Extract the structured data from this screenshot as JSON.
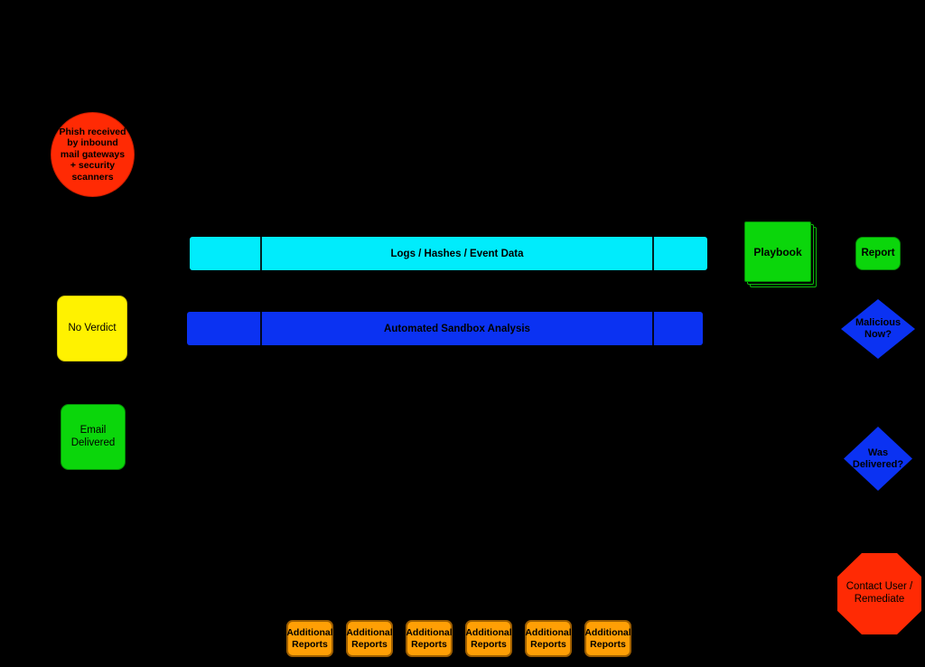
{
  "colors": {
    "background": "#000000",
    "red": "#ff2a04",
    "yellow": "#fff200",
    "green": "#0bd60b",
    "cyan": "#00ecfc",
    "blue": "#0b32f2",
    "orange": "#ff9f05",
    "text": "#000000"
  },
  "diagram": {
    "start_circle": {
      "label": "Phish received\nby inbound\nmail gateways\n+ security\nscanners"
    },
    "logs_bar": {
      "label": "Logs / Hashes / Event Data"
    },
    "sandbox_bar": {
      "label": "Automated Sandbox Analysis"
    },
    "playbook": {
      "label": "Playbook"
    },
    "report": {
      "label": "Report"
    },
    "no_verdict": {
      "label": "No Verdict"
    },
    "malicious_now": {
      "label": "Malicious\nNow?"
    },
    "email_delivered": {
      "label": "Email\nDelivered"
    },
    "was_delivered": {
      "label": "Was\nDelivered?"
    },
    "contact_user": {
      "label": "Contact User /\nRemediate"
    },
    "additional_reports": {
      "items": [
        {
          "label": "Additional\nReports"
        },
        {
          "label": "Additional\nReports"
        },
        {
          "label": "Additional\nReports"
        },
        {
          "label": "Additional\nReports"
        },
        {
          "label": "Additional\nReports"
        },
        {
          "label": "Additional\nReports"
        }
      ]
    }
  }
}
